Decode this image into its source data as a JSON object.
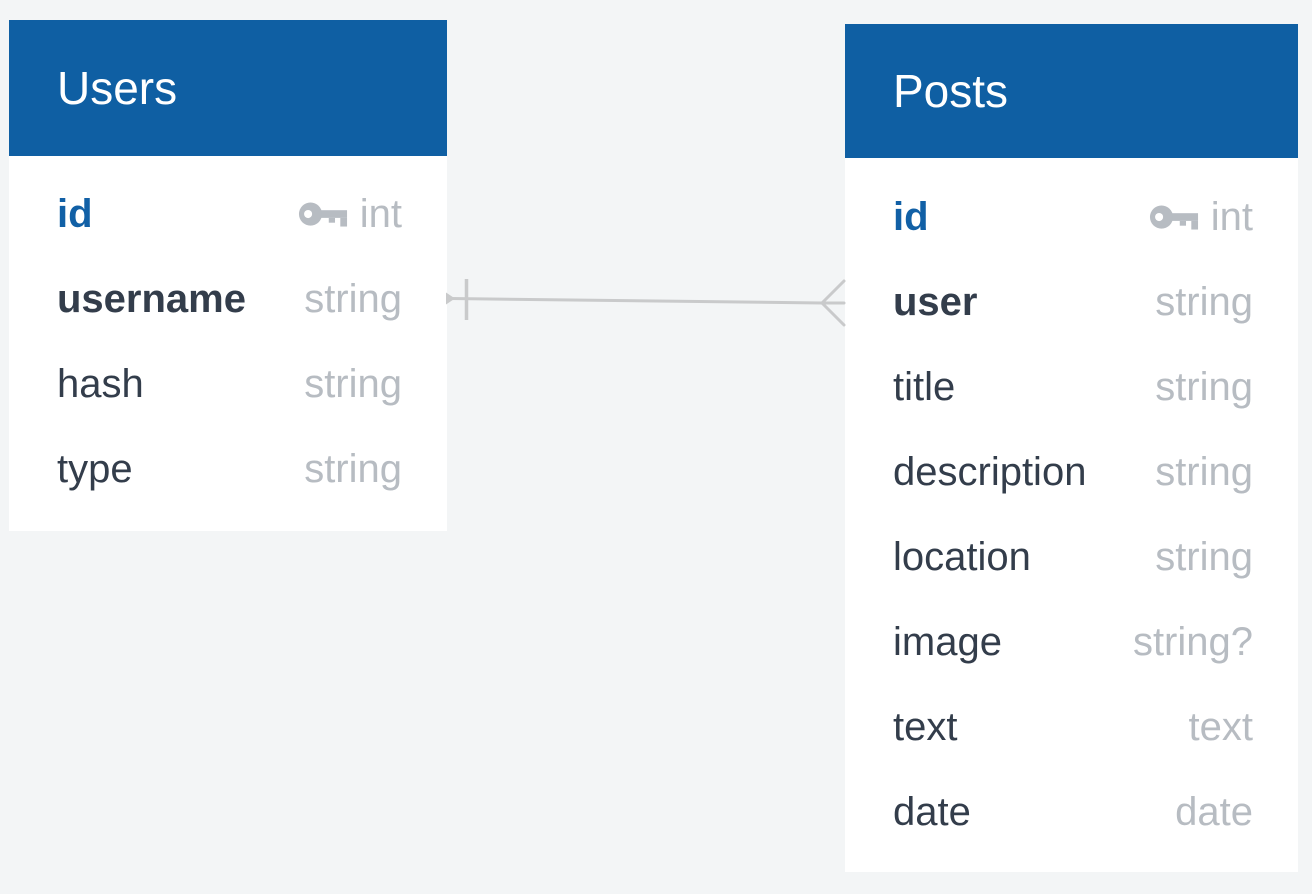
{
  "diagram": {
    "colors": {
      "background": "#f3f5f6",
      "table_header": "#0f5fa3",
      "primary_key_text": "#1160a6",
      "field_text": "#333d4b",
      "type_text": "#b7bcc2",
      "relationship_line": "#c9cacb"
    },
    "tables": [
      {
        "name": "Users",
        "fields": [
          {
            "name": "id",
            "type": "int",
            "primary_key": true,
            "emphasized": true
          },
          {
            "name": "username",
            "type": "string",
            "primary_key": false,
            "emphasized": true
          },
          {
            "name": "hash",
            "type": "string",
            "primary_key": false,
            "emphasized": false
          },
          {
            "name": "type",
            "type": "string",
            "primary_key": false,
            "emphasized": false
          }
        ]
      },
      {
        "name": "Posts",
        "fields": [
          {
            "name": "id",
            "type": "int",
            "primary_key": true,
            "emphasized": true
          },
          {
            "name": "user",
            "type": "string",
            "primary_key": false,
            "emphasized": true
          },
          {
            "name": "title",
            "type": "string",
            "primary_key": false,
            "emphasized": false
          },
          {
            "name": "description",
            "type": "string",
            "primary_key": false,
            "emphasized": false
          },
          {
            "name": "location",
            "type": "string",
            "primary_key": false,
            "emphasized": false
          },
          {
            "name": "image",
            "type": "string?",
            "primary_key": false,
            "emphasized": false
          },
          {
            "name": "text",
            "type": "text",
            "primary_key": false,
            "emphasized": false
          },
          {
            "name": "date",
            "type": "date",
            "primary_key": false,
            "emphasized": false
          }
        ]
      }
    ],
    "relationship": {
      "from_table": "Users",
      "from_field": "username",
      "from_cardinality": "one",
      "to_table": "Posts",
      "to_field": "user",
      "to_cardinality": "many",
      "notation": "crow's foot"
    },
    "icons": {
      "primary_key": "key-icon"
    }
  }
}
